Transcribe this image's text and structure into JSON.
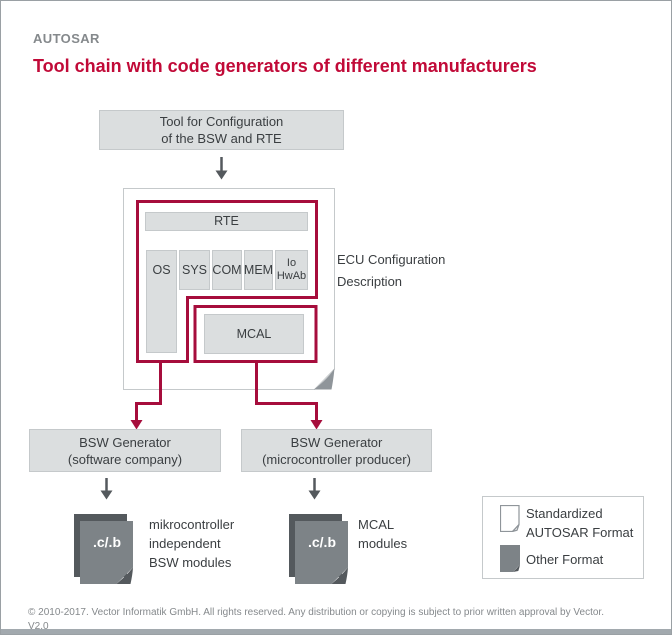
{
  "colors": {
    "accent_red": "#C10A38",
    "line_red": "#A60D3C",
    "box_fill": "#DBDEDF",
    "box_border": "#C5C9CB",
    "dark_gray": "#54595D",
    "doc_gray": "#7D8387",
    "fold_gray": "#8F959A",
    "text_dark": "#3A3E41",
    "text_gray": "#85898C",
    "bottom_bar": "#A2A9AE"
  },
  "header": {
    "brand": "AUTOSAR",
    "title": "Tool chain with code generators of different manufacturers"
  },
  "diagram": {
    "config_tool": {
      "line1": "Tool for Configuration",
      "line2": "of the BSW and RTE"
    },
    "ecu_document": {
      "rte": "RTE",
      "modules": [
        "OS",
        "SYS",
        "COM",
        "MEM"
      ],
      "io_hwab": {
        "line1": "Io",
        "line2": "HwAb"
      },
      "mcal": "MCAL",
      "label_line1": "ECU Configuration",
      "label_line2": "Description"
    },
    "generators": [
      {
        "line1": "BSW Generator",
        "line2": "(software company)"
      },
      {
        "line1": "BSW Generator",
        "line2": "(microcontroller producer)"
      }
    ],
    "outputs": [
      {
        "icon": "source-file-icon",
        "icon_label": ".c/.b",
        "lines": [
          "mikrocontroller",
          "independent",
          "BSW modules"
        ]
      },
      {
        "icon": "source-file-icon",
        "icon_label": ".c/.b",
        "lines": [
          "MCAL",
          "modules"
        ]
      }
    ]
  },
  "legend": {
    "items": [
      {
        "icon": "white-document-icon",
        "line1": "Standardized",
        "line2": "AUTOSAR Format"
      },
      {
        "icon": "gray-document-icon",
        "line1": "Other Format"
      }
    ]
  },
  "footer": {
    "copyright": "© 2010-2017. Vector Informatik GmbH. All rights reserved. Any distribution or copying is subject to prior written approval by Vector.",
    "version": "V2.0"
  }
}
